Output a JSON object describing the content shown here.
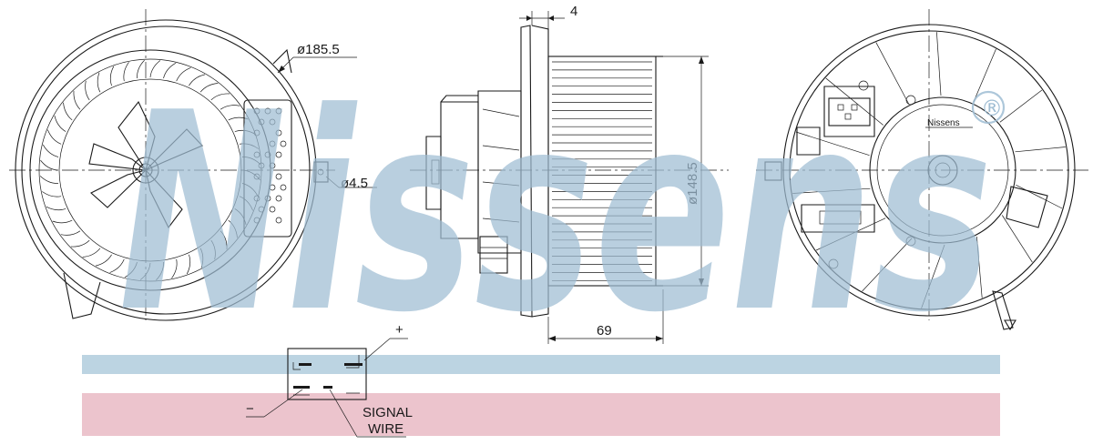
{
  "brand": {
    "watermark": "Nissens",
    "registered_mark": "®",
    "label_on_part": "Nissens",
    "watermark_color": "#a9c6da",
    "band_blue_color": "#bcd4e2",
    "band_pink_color": "#ecc4cd"
  },
  "dimensions": {
    "outer_diameter": "ø185.5",
    "hole_diameter": "ø4.5",
    "flange_thickness": "4",
    "fan_diameter": "ø148.5",
    "fan_height": "69"
  },
  "connector": {
    "plus": "+",
    "minus": "−",
    "signal_line1": "SIGNAL",
    "signal_line2": "WIRE"
  }
}
